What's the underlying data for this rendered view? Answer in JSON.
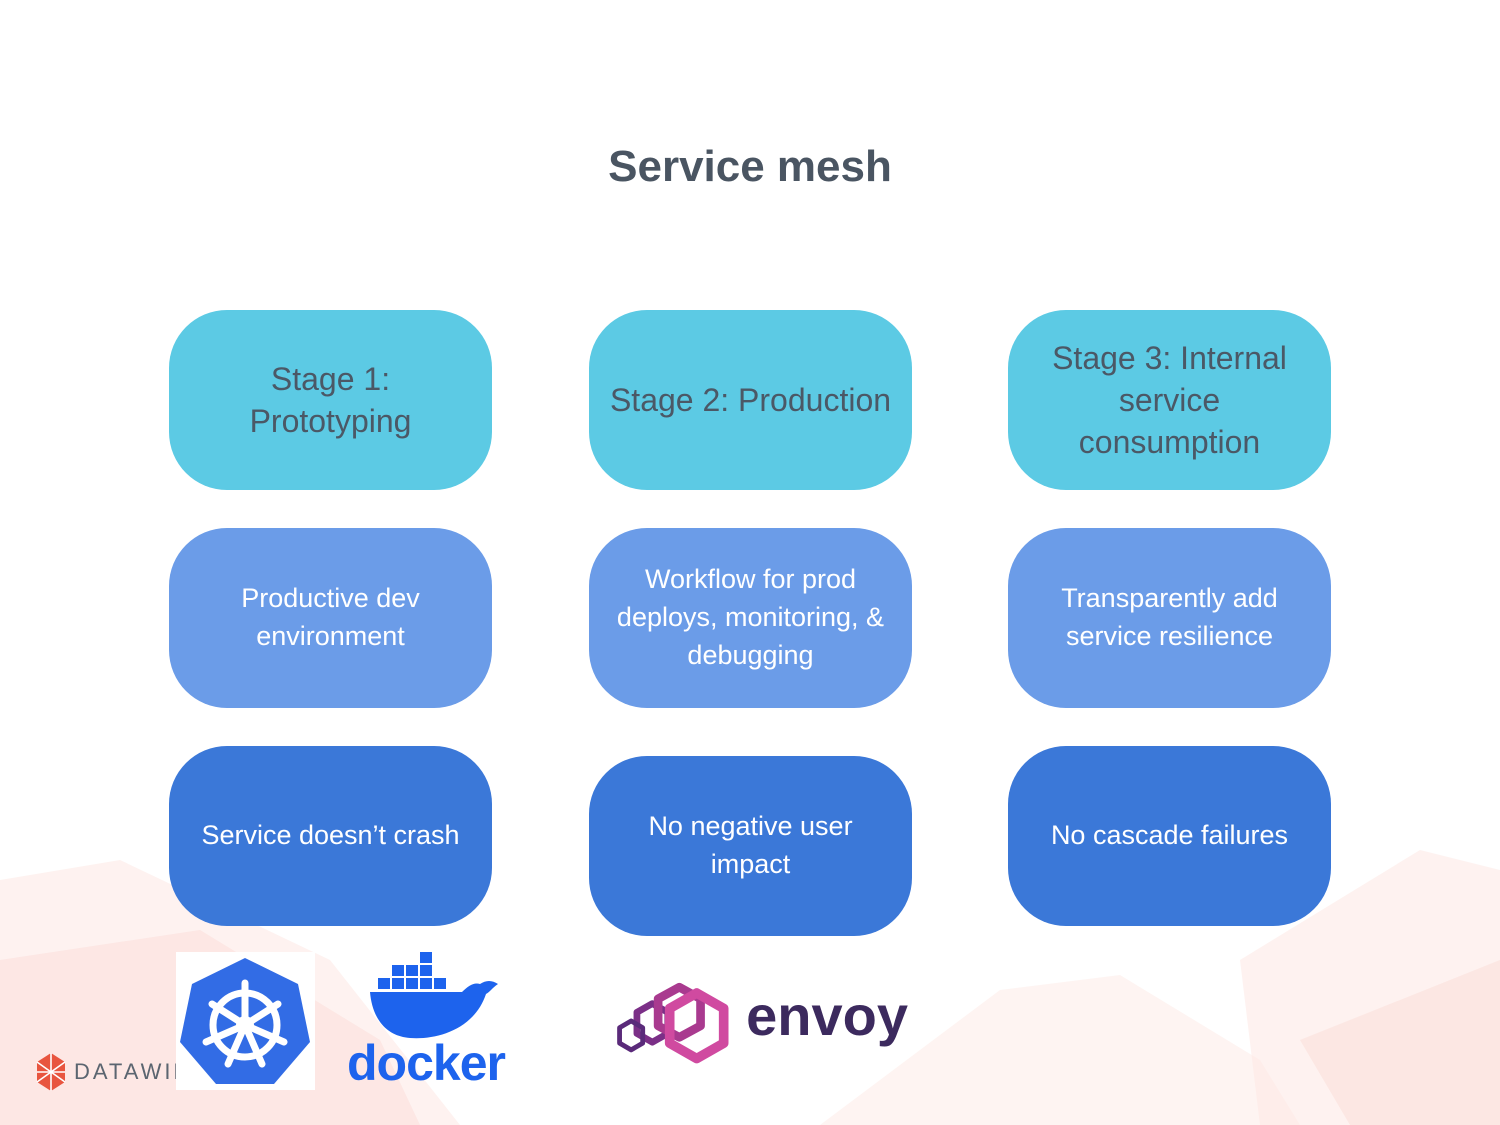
{
  "slide": {
    "title": "Service mesh"
  },
  "stages": [
    {
      "label": "Stage 1: Prototyping",
      "need": "Productive dev environment",
      "outcome": "Service doesn’t crash"
    },
    {
      "label": "Stage 2: Production",
      "need": "Workflow for prod deploys, monitoring, & debugging",
      "outcome": "No negative user impact"
    },
    {
      "label": "Stage 3: Internal service consumption",
      "need": "Transparently add service resilience",
      "outcome": "No cascade failures"
    }
  ],
  "logos": {
    "kubernetes": {
      "icon": "kubernetes-helm-icon",
      "color": "#326ce5"
    },
    "docker": {
      "icon": "docker-whale-icon",
      "wordmark": "docker",
      "color": "#1d63ed"
    },
    "envoy": {
      "icon": "envoy-hexagon-icon",
      "wordmark": "envoy",
      "color": "#ac2c8e"
    },
    "datawire": {
      "icon": "datawire-hex-icon",
      "wordmark": "DATAWIRE",
      "color": "#e8553f"
    }
  },
  "colors": {
    "stage_box": "#5ccae4",
    "need_box": "#6b9ce8",
    "outcome_box": "#3b78d8",
    "title_text": "#4a5562"
  }
}
